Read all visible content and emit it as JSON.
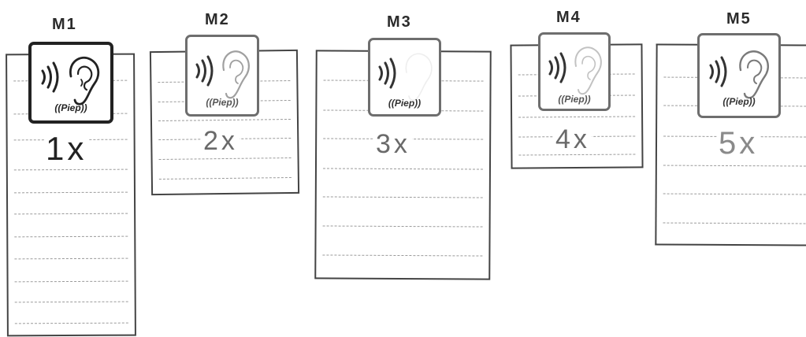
{
  "modes": [
    {
      "label": "M1",
      "count": "1x",
      "icon_text": "((Piep))",
      "active": true
    },
    {
      "label": "M2",
      "count": "2x",
      "icon_text": "((Piep))",
      "active": false
    },
    {
      "label": "M3",
      "count": "3x",
      "icon_text": "((Piep))",
      "active": false
    },
    {
      "label": "M4",
      "count": "4x",
      "icon_text": "((Piep))",
      "active": false
    },
    {
      "label": "M5",
      "count": "5x",
      "icon_text": "((Piep))",
      "active": false
    }
  ],
  "icon": {
    "name": "ear-sound-icon"
  },
  "colors": {
    "active_frame": "#222222",
    "inactive_frame": "#6e6e6e",
    "sheet_border": "#444444",
    "dashed_line": "#9a9a9a",
    "active_count": "#222222",
    "inactive_count": "#6a6a6a"
  }
}
